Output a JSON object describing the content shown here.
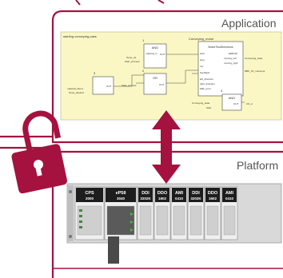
{
  "application_label": "Application",
  "platform_label": "Platform",
  "colors": {
    "accent": "#a5123f",
    "diagram_bg": "#fbf7c4",
    "module_dark": "#1d1d1d",
    "rail": "#c9c9c9"
  },
  "diagram": {
    "title": "starting conveying pass",
    "blocks": [
      {
        "id": "and1",
        "num": "1",
        "type": "AND",
        "inputs": [
          "material_in",
          "Temp_ok",
          "Start_process"
        ],
        "output": "OUT"
      },
      {
        "id": "or2",
        "num": "2",
        "type": "OR",
        "inputs": [
          "Start_process"
        ],
        "output": "OUT"
      },
      {
        "id": "blk3",
        "num": "3",
        "type": "",
        "inputs": [
          "material_divert",
          "Temp_desired"
        ],
        "output": "OUT"
      },
      {
        "id": "motor",
        "num": "5",
        "type": "MotorTwoDirections",
        "title": "Conveying_motor",
        "inputs": [
          "start",
          "stop",
          "run",
          "feedback",
          "left_direction",
          "right_direction",
          "Mdb_error"
        ],
        "outputs": [
          "ERROR",
          "running_left",
          "running_right",
          "Conveying_state"
        ],
        "extra_labels": [
          "RBK_ST_conveyor",
          "Conveying_pass"
        ]
      },
      {
        "id": "and4",
        "num": "4",
        "type": "AND",
        "inputs": [
          "Conveying_state",
          "Start"
        ],
        "output": "OUT",
        "output_label": "CS_A"
      }
    ]
  },
  "modules": [
    {
      "name": "CPS",
      "code": "2000"
    },
    {
      "name": "eP58",
      "code": "3040"
    },
    {
      "name": "DDI",
      "code": "3202K"
    },
    {
      "name": "DDO",
      "code": "1602"
    },
    {
      "name": "AMI",
      "code": "0410"
    },
    {
      "name": "DDI",
      "code": "3202K"
    },
    {
      "name": "DDO",
      "code": "1602"
    },
    {
      "name": "AMI",
      "code": "0410"
    }
  ]
}
